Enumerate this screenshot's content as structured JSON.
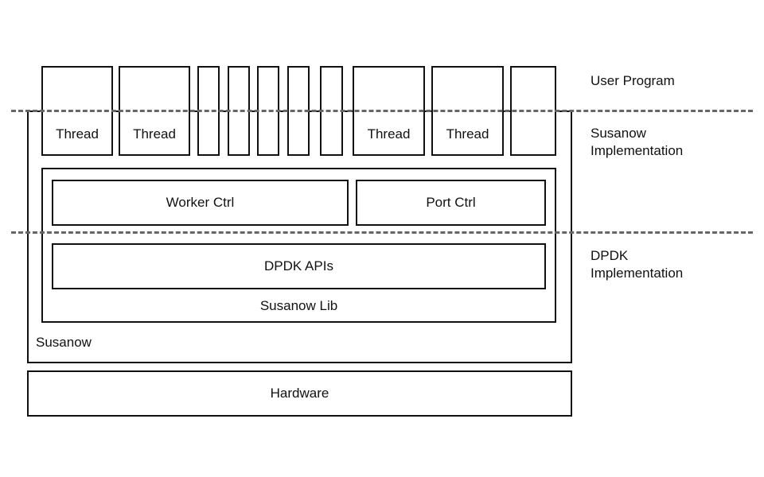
{
  "diagram": {
    "layers": {
      "user_program": "User Program",
      "susanow_impl_line1": "Susanow",
      "susanow_impl_line2": "Implementation",
      "dpdk_impl_line1": "DPDK",
      "dpdk_impl_line2": "Implementation"
    },
    "threads": {
      "t1": "Thread",
      "t2": "Thread",
      "t3": "Thread",
      "t4": "Thread"
    },
    "components": {
      "worker_ctrl": "Worker Ctrl",
      "port_ctrl": "Port Ctrl",
      "dpdk_apis": "DPDK APIs",
      "susanow_lib": "Susanow Lib",
      "susanow": "Susanow",
      "hardware": "Hardware"
    }
  }
}
